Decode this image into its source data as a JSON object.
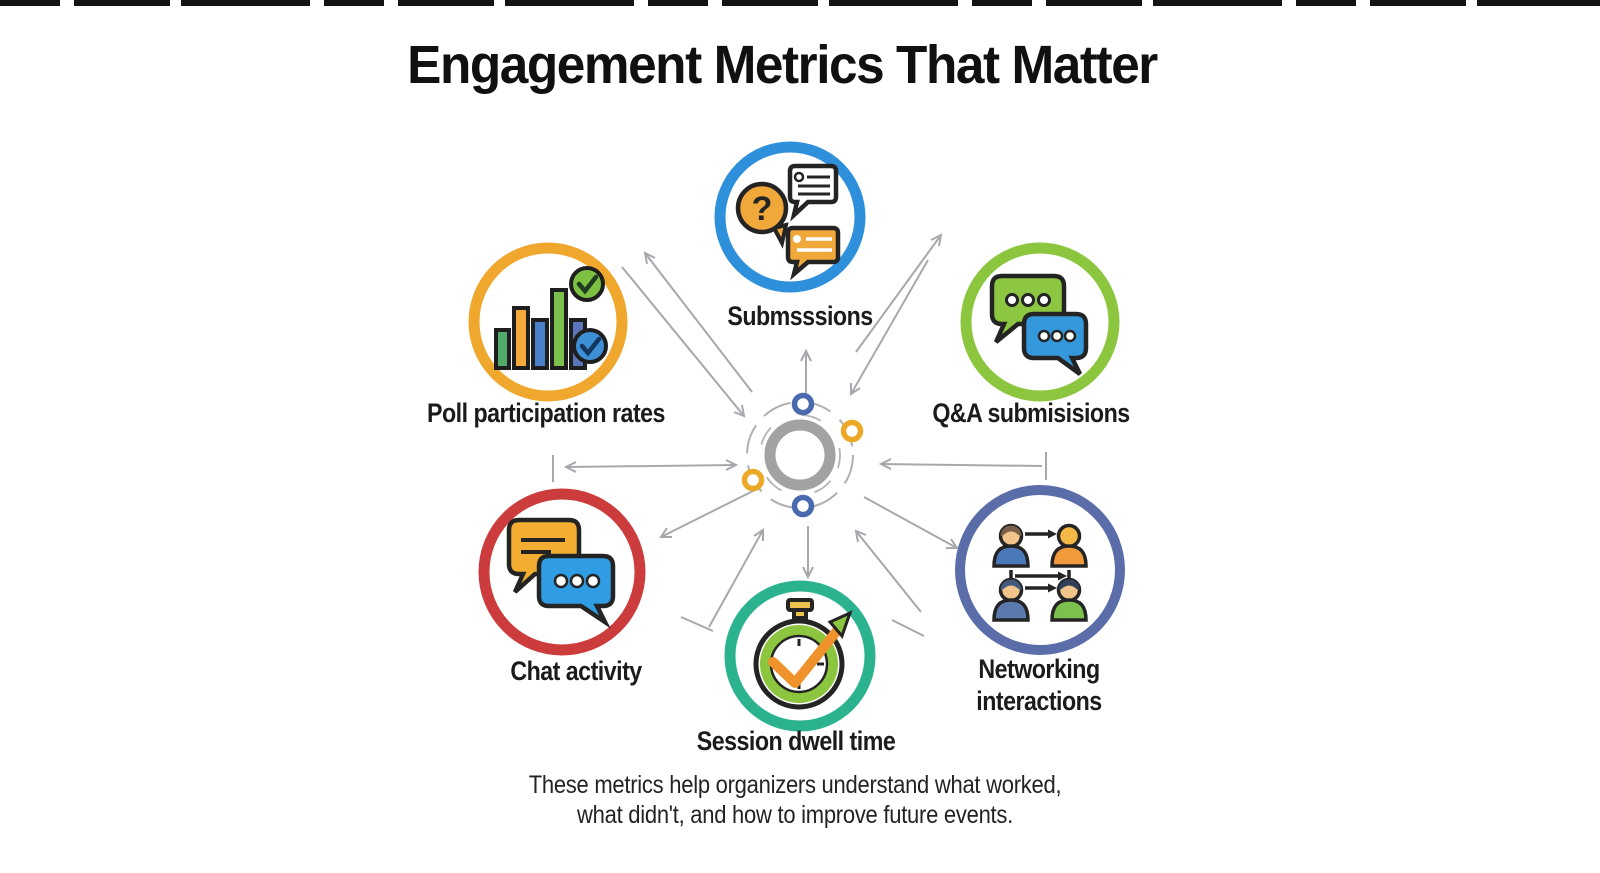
{
  "title": "Engagement Metrics That Matter",
  "hub": {
    "ring_color": "#a2a2a2",
    "dot_blue": "#4a6ab0",
    "dot_yellow": "#eca928"
  },
  "connectors": {
    "color": "#a6a8ad"
  },
  "nodes": {
    "submissions": {
      "label": "Submsssions",
      "ring_color": "#2e8fdb",
      "icon_glyph": "?"
    },
    "poll": {
      "label": "Poll participation rates",
      "ring_color": "#f0a72e"
    },
    "qa": {
      "label": "Q&A submisisions",
      "ring_color": "#8cc63e"
    },
    "chat": {
      "label": "Chat activity",
      "ring_color": "#cc3c3c"
    },
    "session": {
      "label": "Session dwell time",
      "ring_color": "#2bb28e"
    },
    "networking": {
      "label": "Networking",
      "label2": "interactions",
      "ring_color": "#5b6da8"
    }
  },
  "footer": {
    "line1": "These metrics help organizers understand what worked,",
    "line2": "what didn't, and how to improve future events."
  }
}
